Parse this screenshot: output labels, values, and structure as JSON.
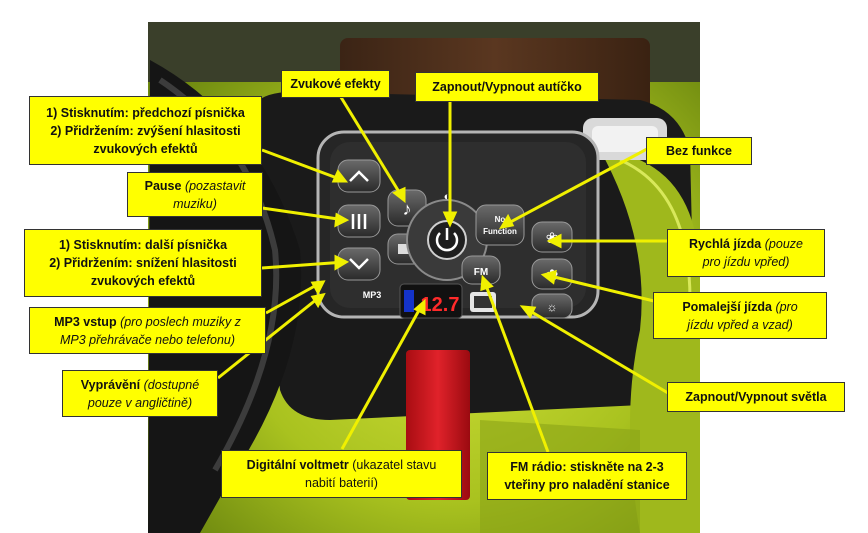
{
  "callouts": {
    "prev_song": {
      "line1": "1) Stisknutím: předchozí písnička",
      "line2": "2) Přidržením: zvýšení hlasitosti",
      "line3": "zvukových efektů"
    },
    "pause": {
      "bold": "Pause",
      "italic": "(pozastavit",
      "italic2": "muziku)"
    },
    "next_song": {
      "line1": "1) Stisknutím: další písnička",
      "line2": "2) Přidržením: snížení hlasitosti",
      "line3": "zvukových efektů"
    },
    "mp3_input": {
      "bold": "MP3 vstup",
      "italic": "(pro poslech muziky z",
      "italic2": "MP3 přehrávače nebo telefonu)"
    },
    "narration": {
      "bold": "Vyprávění",
      "italic": "(dostupné",
      "italic2": "pouze v angličtině)"
    },
    "sound_effects": {
      "text": "Zvukové efekty"
    },
    "power": {
      "text": "Zapnout/Vypnout autíčko"
    },
    "no_function": {
      "text": "Bez funkce"
    },
    "fast": {
      "bold": "Rychlá jízda",
      "italic": "(pouze",
      "italic2": "pro jízdu vpřed)"
    },
    "slow": {
      "bold": "Pomalejší jízda",
      "italic": "(pro",
      "italic2": "jízdu vpřed a vzad)"
    },
    "lights": {
      "text": "Zapnout/Vypnout světla"
    },
    "voltmeter": {
      "bold": "Digitální voltmetr",
      "normal": "(ukazatel stavu",
      "normal2": "nabití baterií)"
    },
    "fm": {
      "line1": "FM rádio: stiskněte na 2-3",
      "line2": "vteřiny pro naladění stanice"
    }
  },
  "panel": {
    "mp3_label": "MP3",
    "display_value": "12.7",
    "fm_label": "FM",
    "no_function_label1": "No",
    "no_function_label2": "Function"
  },
  "colors": {
    "callout_bg": "#ffff00",
    "arrow": "#f5f500",
    "car_body": "#b4cc2a",
    "panel_dark": "#1c1c1c",
    "display_digits": "#ff2a2a"
  }
}
